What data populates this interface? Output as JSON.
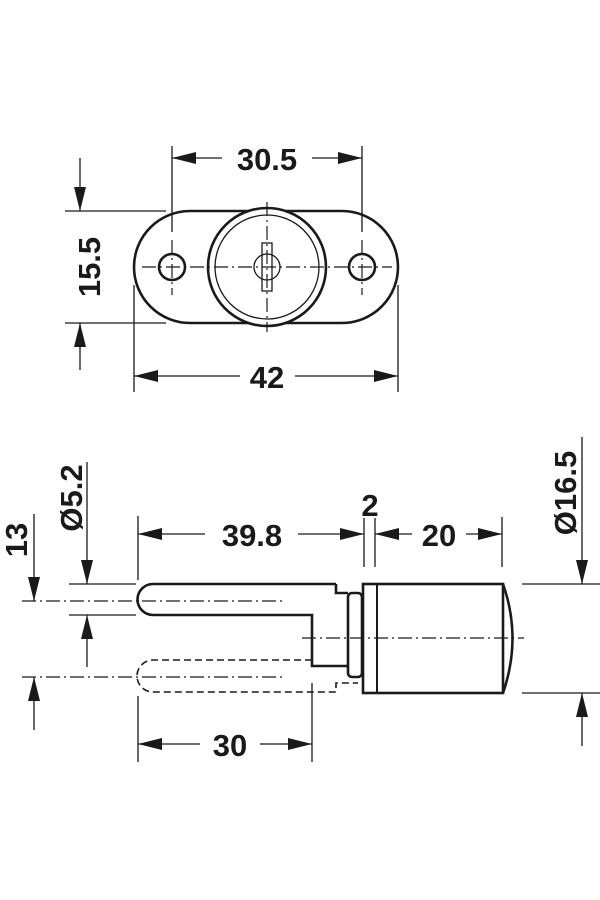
{
  "top_view": {
    "dim_hole_spacing": "30.5",
    "dim_height": "15.5",
    "dim_length": "42"
  },
  "side_view": {
    "dim_pin_diameter": "Ø5.2",
    "dim_travel_offset": "13",
    "dim_pin_length": "39.8",
    "dim_collar": "2",
    "dim_body_length": "20",
    "dim_body_diameter": "Ø16.5",
    "dim_stroke": "30"
  }
}
